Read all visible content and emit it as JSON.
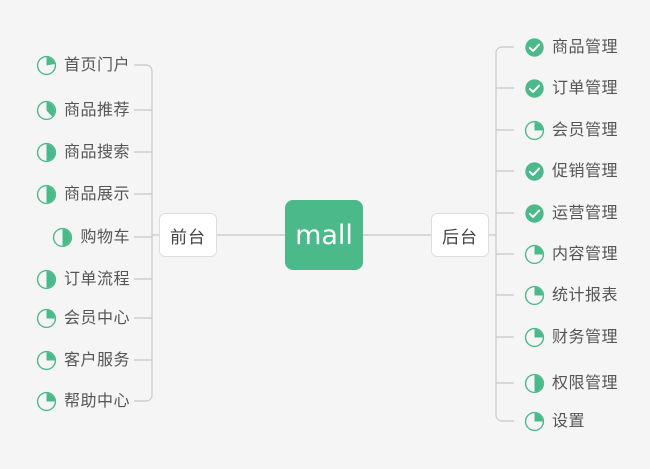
{
  "diagram": {
    "type": "mind-map",
    "background_color": "#f5f5f5",
    "accent_color": "#4cb98a",
    "line_color": "#c8c8c8",
    "root": {
      "label": "mall",
      "fill": "#4cb98a",
      "text_color": "#ffffff"
    },
    "branches": [
      {
        "id": "frontend",
        "label": "前台",
        "side": "left"
      },
      {
        "id": "backend",
        "label": "后台",
        "side": "right"
      }
    ]
  },
  "left_items": [
    {
      "label": "首页门户",
      "icon": "pie-progress-icon",
      "progress": 22
    },
    {
      "label": "商品推荐",
      "icon": "pie-progress-icon",
      "progress": 38
    },
    {
      "label": "商品搜索",
      "icon": "pie-progress-icon",
      "progress": 50
    },
    {
      "label": "商品展示",
      "icon": "pie-progress-icon",
      "progress": 50
    },
    {
      "label": "购物车",
      "icon": "pie-progress-icon",
      "progress": 50
    },
    {
      "label": "订单流程",
      "icon": "pie-progress-icon",
      "progress": 50
    },
    {
      "label": "会员中心",
      "icon": "pie-progress-icon",
      "progress": 25
    },
    {
      "label": "客户服务",
      "icon": "pie-progress-icon",
      "progress": 25
    },
    {
      "label": "帮助中心",
      "icon": "pie-progress-icon",
      "progress": 25
    }
  ],
  "right_items": [
    {
      "label": "商品管理",
      "icon": "check-circle-icon",
      "progress": 100
    },
    {
      "label": "订单管理",
      "icon": "check-circle-icon",
      "progress": 100
    },
    {
      "label": "会员管理",
      "icon": "pie-progress-icon",
      "progress": 25
    },
    {
      "label": "促销管理",
      "icon": "check-circle-icon",
      "progress": 100
    },
    {
      "label": "运营管理",
      "icon": "check-circle-icon",
      "progress": 100
    },
    {
      "label": "内容管理",
      "icon": "pie-progress-icon",
      "progress": 25
    },
    {
      "label": "统计报表",
      "icon": "pie-progress-icon",
      "progress": 25
    },
    {
      "label": "财务管理",
      "icon": "pie-progress-icon",
      "progress": 25
    },
    {
      "label": "权限管理",
      "icon": "pie-progress-icon",
      "progress": 50
    },
    {
      "label": "设置",
      "icon": "pie-progress-icon",
      "progress": 25
    }
  ]
}
